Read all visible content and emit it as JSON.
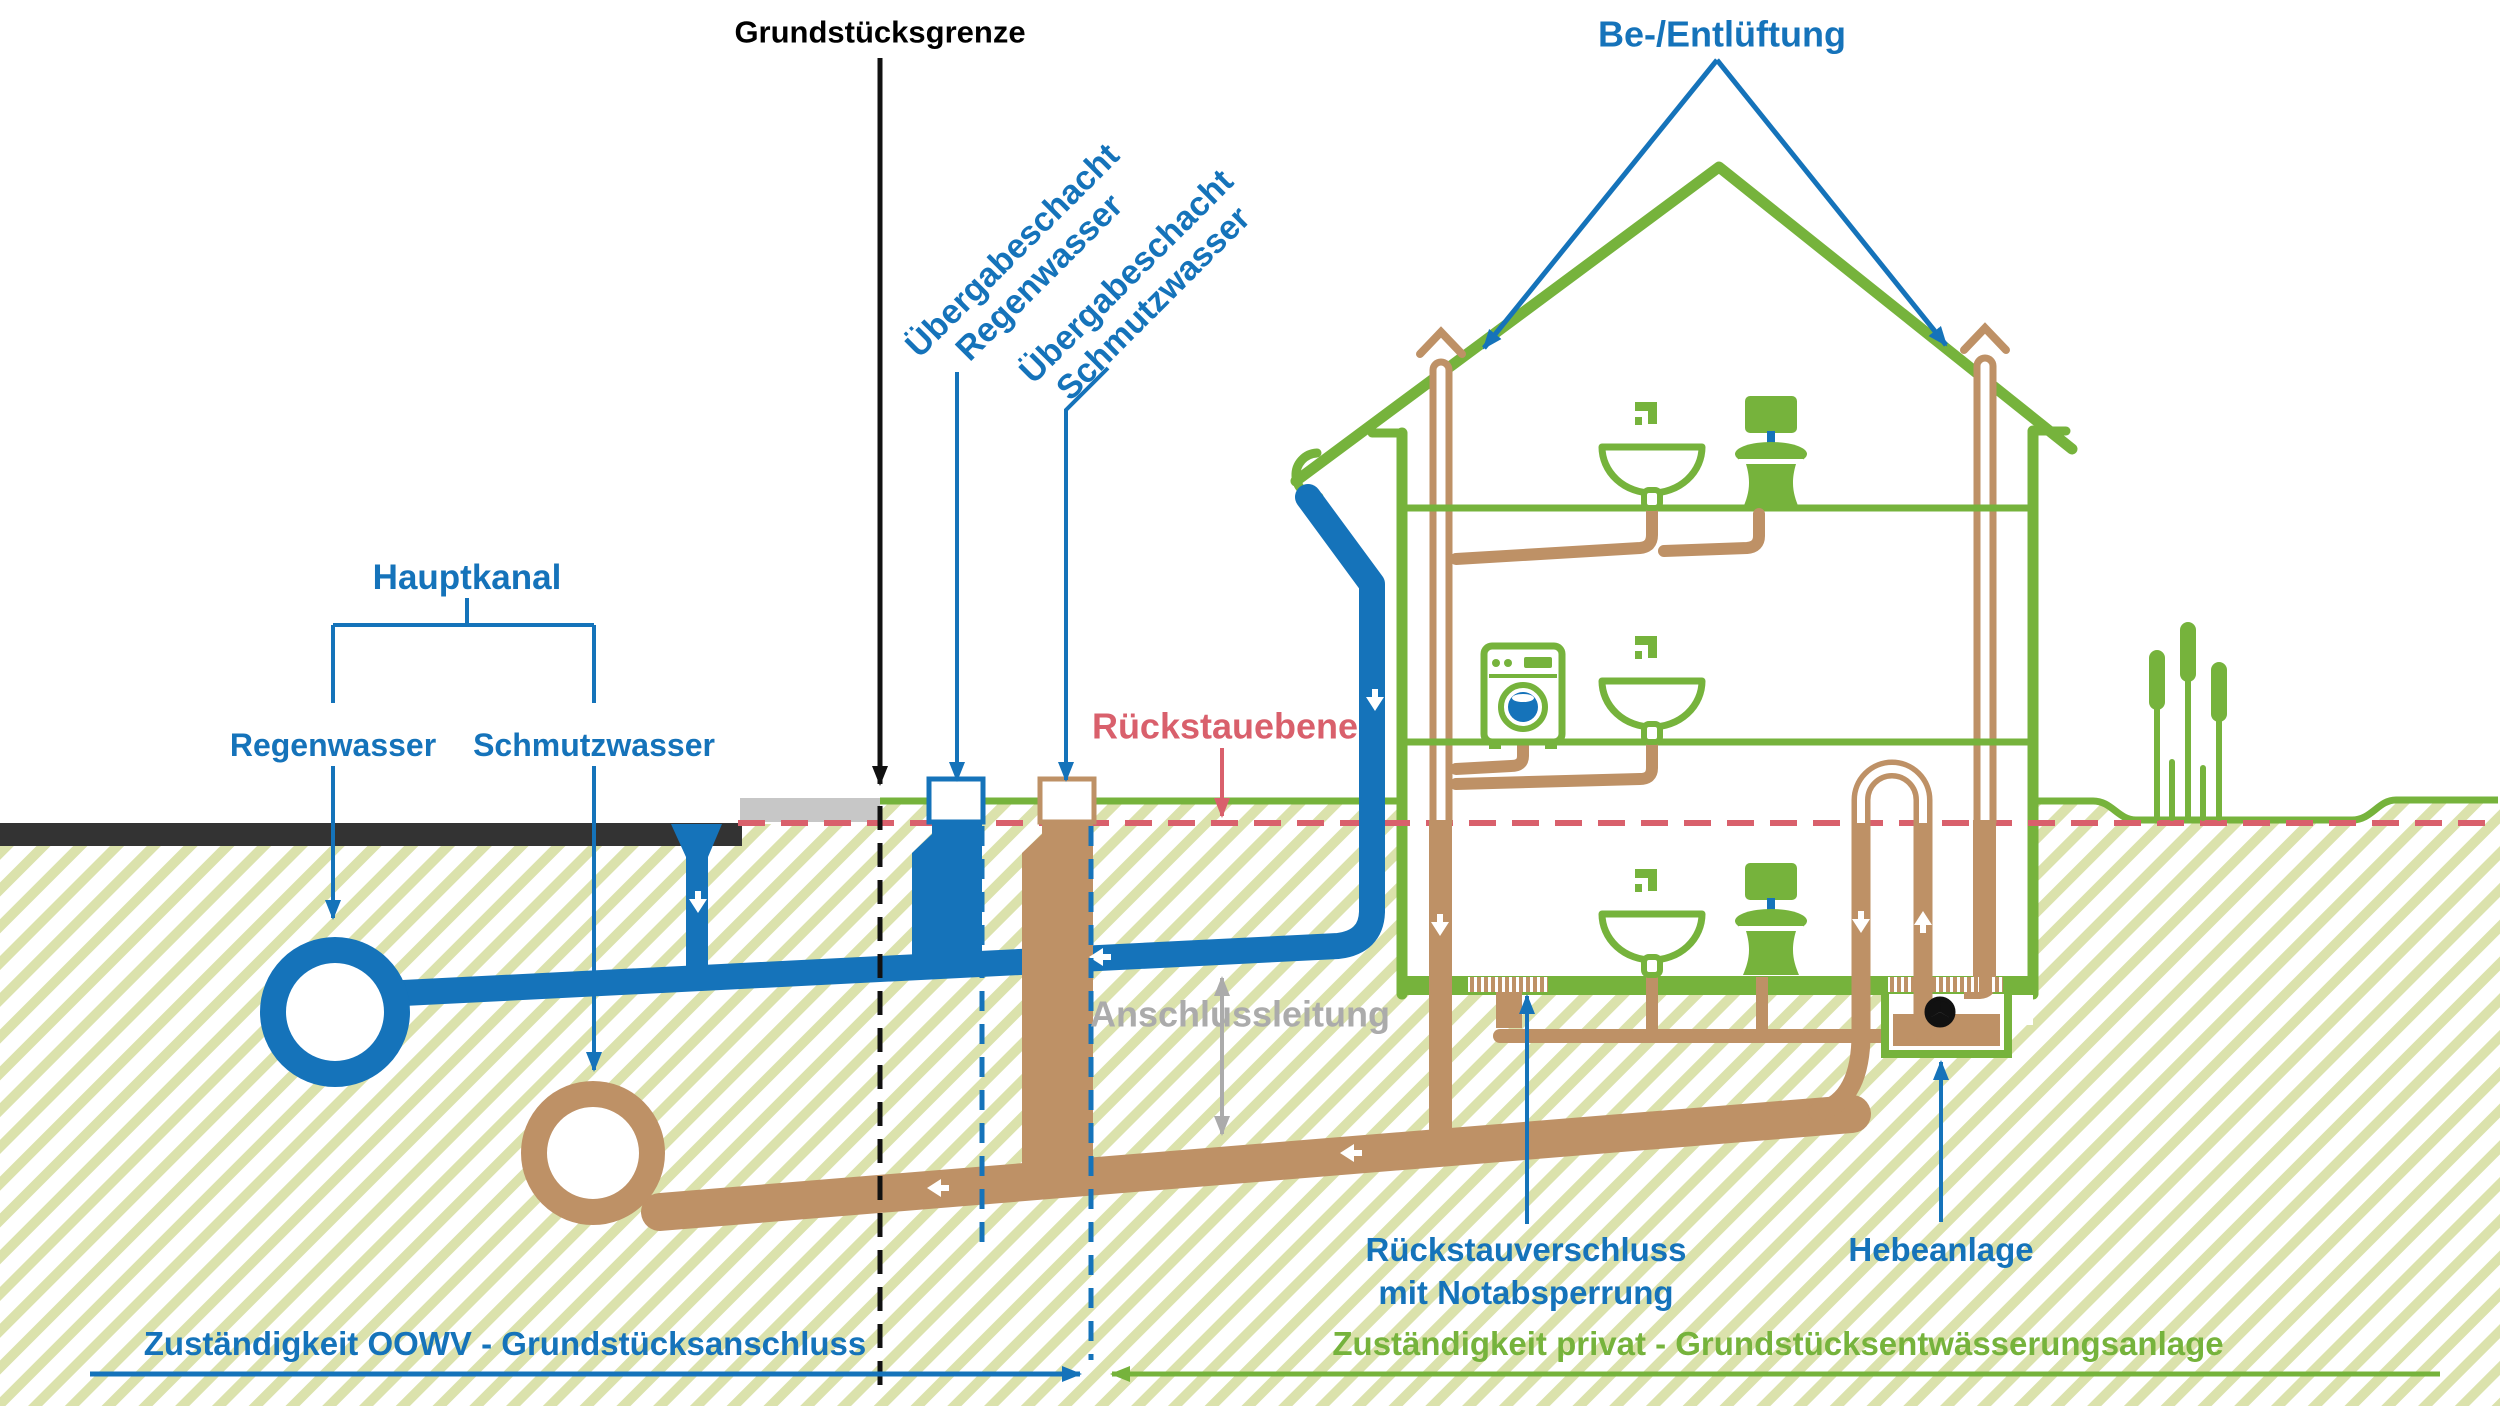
{
  "diagram": {
    "type": "property-drainage-cross-section",
    "labels": {
      "property_boundary": "Grundstücksgrenze",
      "venting": "Be-/Entlüftung",
      "handover_shaft_rain_line1": "Übergabeschacht",
      "handover_shaft_rain_line2": "Regenwasser",
      "handover_shaft_sewage_line1": "Übergabeschacht",
      "handover_shaft_sewage_line2": "Schmutzwasser",
      "main_canal": "Hauptkanal",
      "main_canal_rain": "Regenwasser",
      "main_canal_sewage": "Schmutzwasser",
      "backflow_level": "Rückstauebene",
      "service_line": "Anschlussleitung",
      "backflow_valve_line1": "Rückstauverschluss",
      "backflow_valve_line2": "mit Notabsperrung",
      "lifting_station": "Hebeanlage",
      "responsibility_oowv": "Zuständigkeit OOWV - Grundstücksanschluss",
      "responsibility_private": "Zuständigkeit privat - Grundstücksentwässerungsanlage"
    },
    "colors": {
      "rainwater_blue": "#1573BA",
      "house_green": "#76B33C",
      "sewage_brown": "#BE9166",
      "backflow_red": "#D9606C",
      "annotation_gray": "#ABABAB",
      "road_dark": "#333333",
      "sidewalk_gray": "#C7C7C7",
      "soil_hatch": "#DBE2AC",
      "boundary_black": "#111111"
    },
    "legend_semantics": {
      "blue_elements": "Regenwasser (rain water) pipes and main canal",
      "brown_elements": "Schmutzwasser (waste water) pipes and main canal",
      "green_elements": "house, fixtures, private terrain",
      "red_dashed_line": "backflow level (Rückstauebene)",
      "left_zone": "OOWV responsibility - property connection",
      "right_zone": "private responsibility - property drainage system"
    }
  }
}
